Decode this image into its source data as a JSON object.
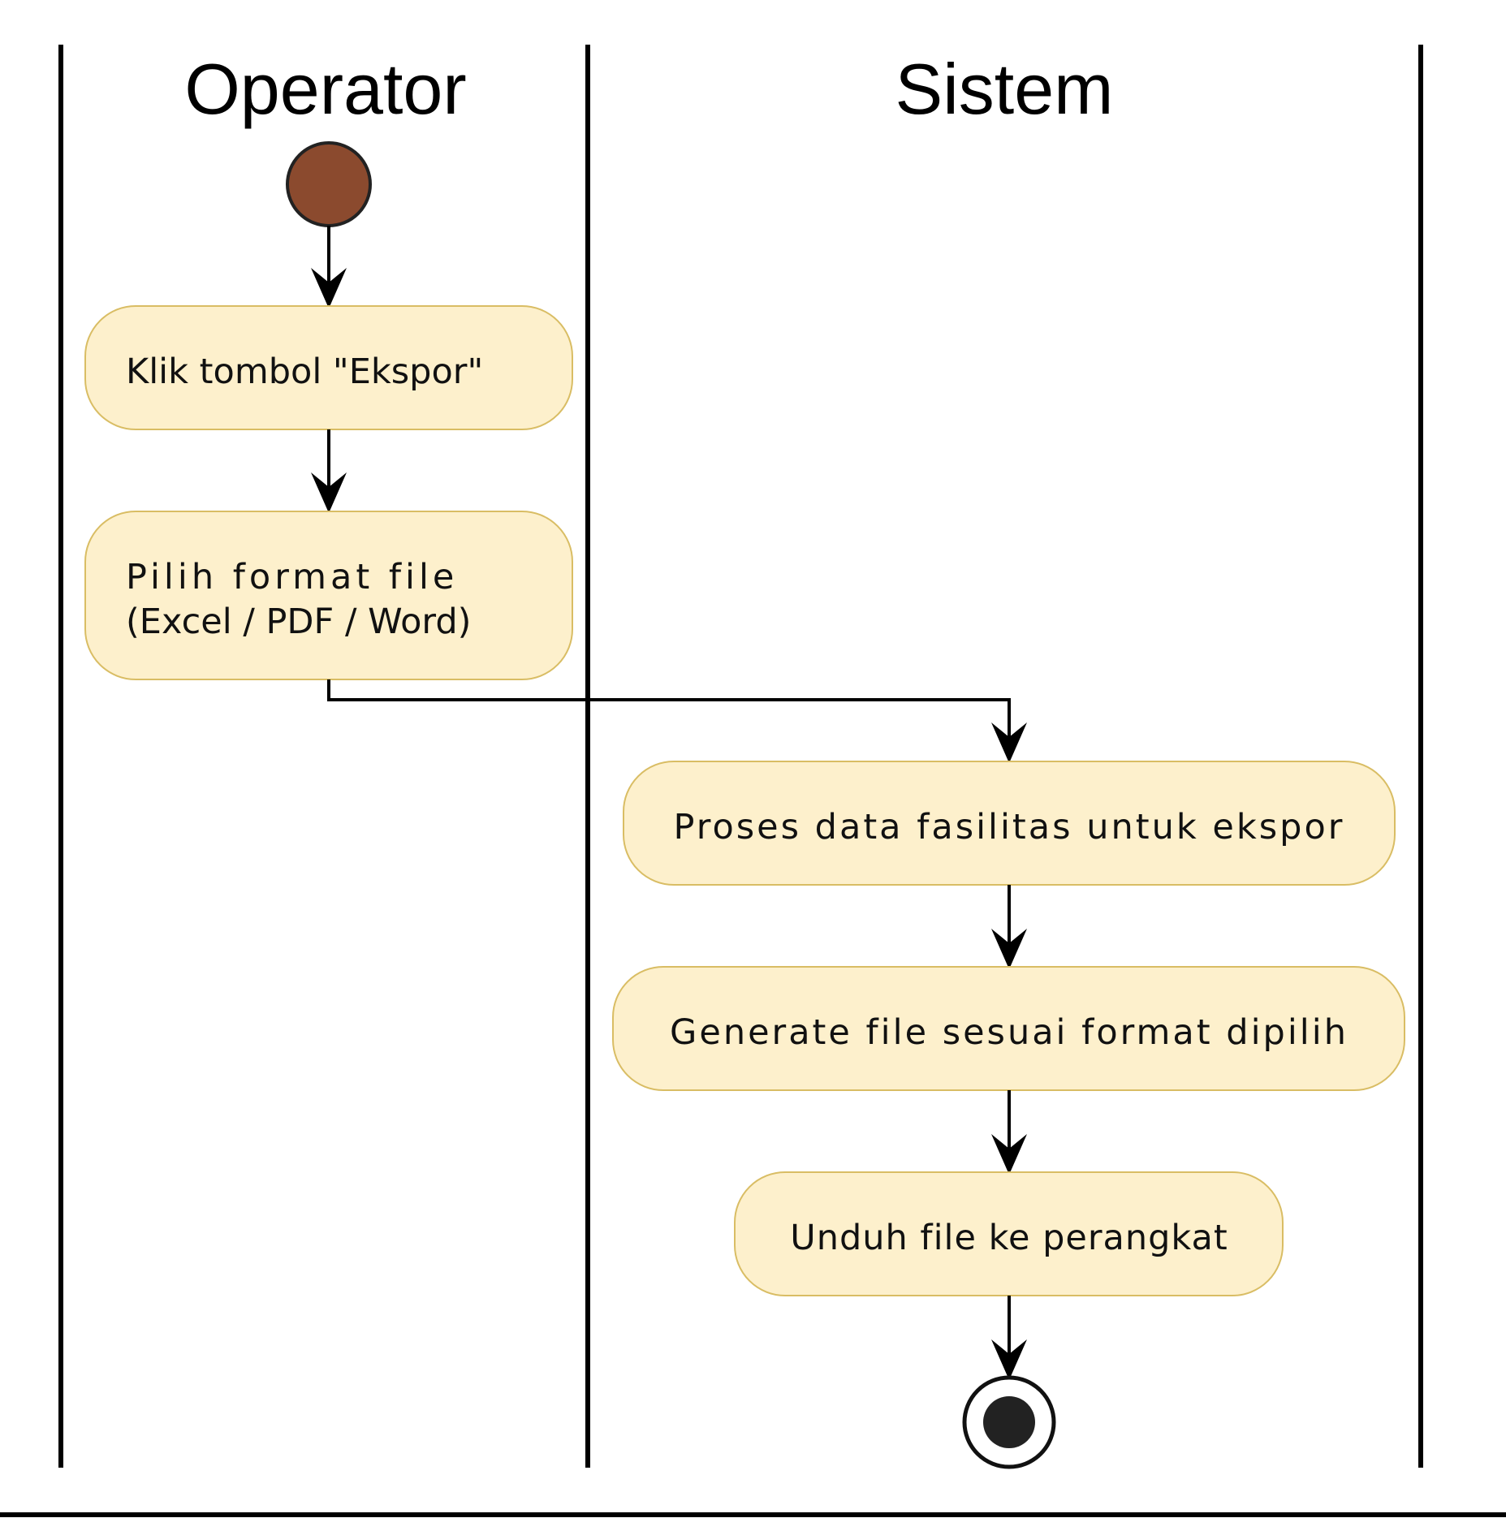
{
  "diagram": {
    "swimlanes": [
      {
        "id": "operator",
        "title": "Operator"
      },
      {
        "id": "sistem",
        "title": "Sistem"
      }
    ],
    "activities": [
      {
        "id": "klik",
        "lane": "operator",
        "lines": [
          "Klik tombol \"Ekspor\""
        ]
      },
      {
        "id": "pilih",
        "lane": "operator",
        "lines": [
          "Pilih format file",
          "(Excel / PDF / Word)"
        ]
      },
      {
        "id": "proses",
        "lane": "sistem",
        "lines": [
          "Proses data fasilitas untuk ekspor"
        ]
      },
      {
        "id": "generate",
        "lane": "sistem",
        "lines": [
          "Generate file sesuai format dipilih"
        ]
      },
      {
        "id": "unduh",
        "lane": "sistem",
        "lines": [
          "Unduh file ke perangkat"
        ]
      }
    ],
    "flows": [
      [
        "start",
        "klik"
      ],
      [
        "klik",
        "pilih"
      ],
      [
        "pilih",
        "proses"
      ],
      [
        "proses",
        "generate"
      ],
      [
        "generate",
        "unduh"
      ],
      [
        "unduh",
        "end"
      ]
    ],
    "colors": {
      "start_node": "#8b4a2e",
      "end_node": "#222222",
      "activity_fill": "#fdf0cc",
      "activity_border": "#d9bd64",
      "line": "#000000"
    }
  }
}
